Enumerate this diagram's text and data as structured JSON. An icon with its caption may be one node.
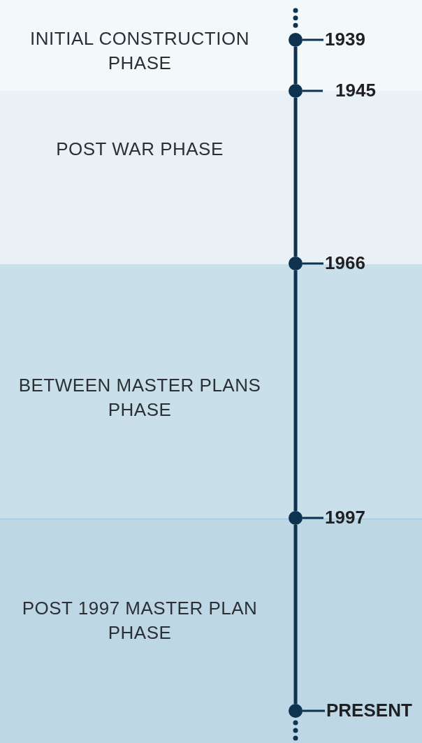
{
  "diagram": {
    "nodes": [
      {
        "text": [
          "INITIAL CONSTRUCTION PHASE"
        ]
      },
      {
        "text": [
          "POST WAR PHASE"
        ]
      },
      {
        "text": [
          "BETWEEN MASTER PLANS PHASE"
        ]
      },
      {
        "text": [
          "POST 1997 MASTER PLAN PHASE"
        ]
      },
      {
        "text": [],
        "shape": "circle",
        "beside": [
          "1939"
        ]
      },
      {
        "text": [],
        "shape": "circle",
        "beside": [
          "1945"
        ]
      },
      {
        "text": [],
        "shape": "circle",
        "beside": [
          "1966"
        ]
      },
      {
        "text": [],
        "shape": "circle",
        "beside": [
          "1997"
        ]
      },
      {
        "text": [],
        "shape": "circle",
        "beside": [
          "PRESENT"
        ]
      }
    ],
    "edges": [
      {
        "from": null,
        "to": 4,
        "arrow": "none",
        "style": "dashed"
      },
      {
        "from": 4,
        "to": 5,
        "arrow": "none"
      },
      {
        "from": 5,
        "to": 6,
        "arrow": "none"
      },
      {
        "from": 6,
        "to": 7,
        "arrow": "none"
      },
      {
        "from": 7,
        "to": 8,
        "arrow": "none"
      },
      {
        "from": 8,
        "to": null,
        "arrow": "none",
        "style": "dashed"
      }
    ]
  }
}
